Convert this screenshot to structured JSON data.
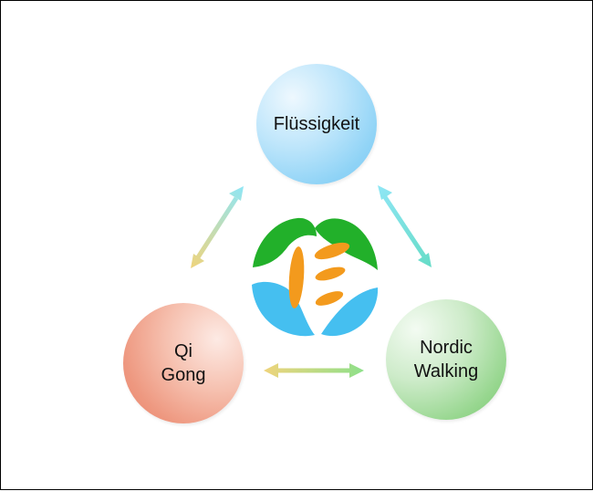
{
  "nodes": {
    "top": {
      "label": "Flüssigkeit"
    },
    "left": {
      "label": "Qi\nGong"
    },
    "right": {
      "label": "Nordic\nWalking"
    }
  },
  "colors": {
    "blue_node": "#8fd3f6",
    "red_node": "#ee9880",
    "green_node": "#98d790",
    "logo_green": "#22b02a",
    "logo_blue": "#45bff0",
    "logo_orange": "#f39a1d",
    "arrow_cyan": "#8fe6f5",
    "arrow_teal": "#66dcc7",
    "arrow_yellow": "#efd47c",
    "arrow_green": "#8ee08a"
  },
  "icons": {
    "center": "gewa-logo-icon"
  }
}
